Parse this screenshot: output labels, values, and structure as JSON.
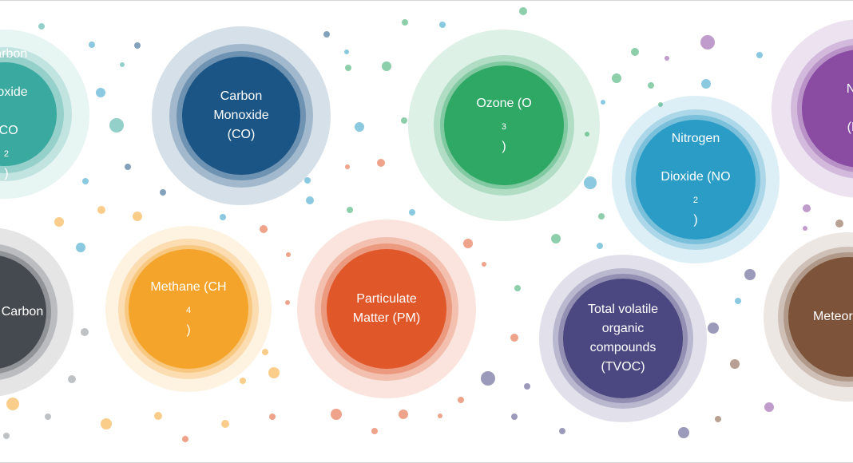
{
  "colors": {
    "co2": "#3aa99f",
    "co": "#1b5585",
    "o3": "#2fa765",
    "no2": "#2a9cc6",
    "no": "#8a4ba3",
    "carbon": "#454a50",
    "ch4": "#f5a42b",
    "pm": "#e0572a",
    "tvoc": "#4a4781",
    "meteo": "#7d5339"
  },
  "pollutants": {
    "co2": {
      "line1": "Carbon",
      "line2": "Dioxide",
      "base": "(CO",
      "sub": "2",
      "tail": ")"
    },
    "co": {
      "label": "Carbon\nMonoxide\n(CO)"
    },
    "o3": {
      "base": "Ozone (O",
      "sub": "3",
      "tail": ")"
    },
    "no2": {
      "line1": "Nitrogen",
      "base": "Dioxide (NO",
      "sub": "2",
      "tail": ")"
    },
    "no": {
      "line1": "Nitric",
      "line2": "(NO)"
    },
    "carbon": {
      "label": "Carbon"
    },
    "ch4": {
      "base": "Methane (CH",
      "sub": "4",
      "tail": ")"
    },
    "pm": {
      "label": "Particulate\nMatter (PM)"
    },
    "tvoc": {
      "label": "Total volatile\norganic\ncompounds\n(TVOC)"
    },
    "meteo": {
      "label": "Meteorology"
    }
  }
}
